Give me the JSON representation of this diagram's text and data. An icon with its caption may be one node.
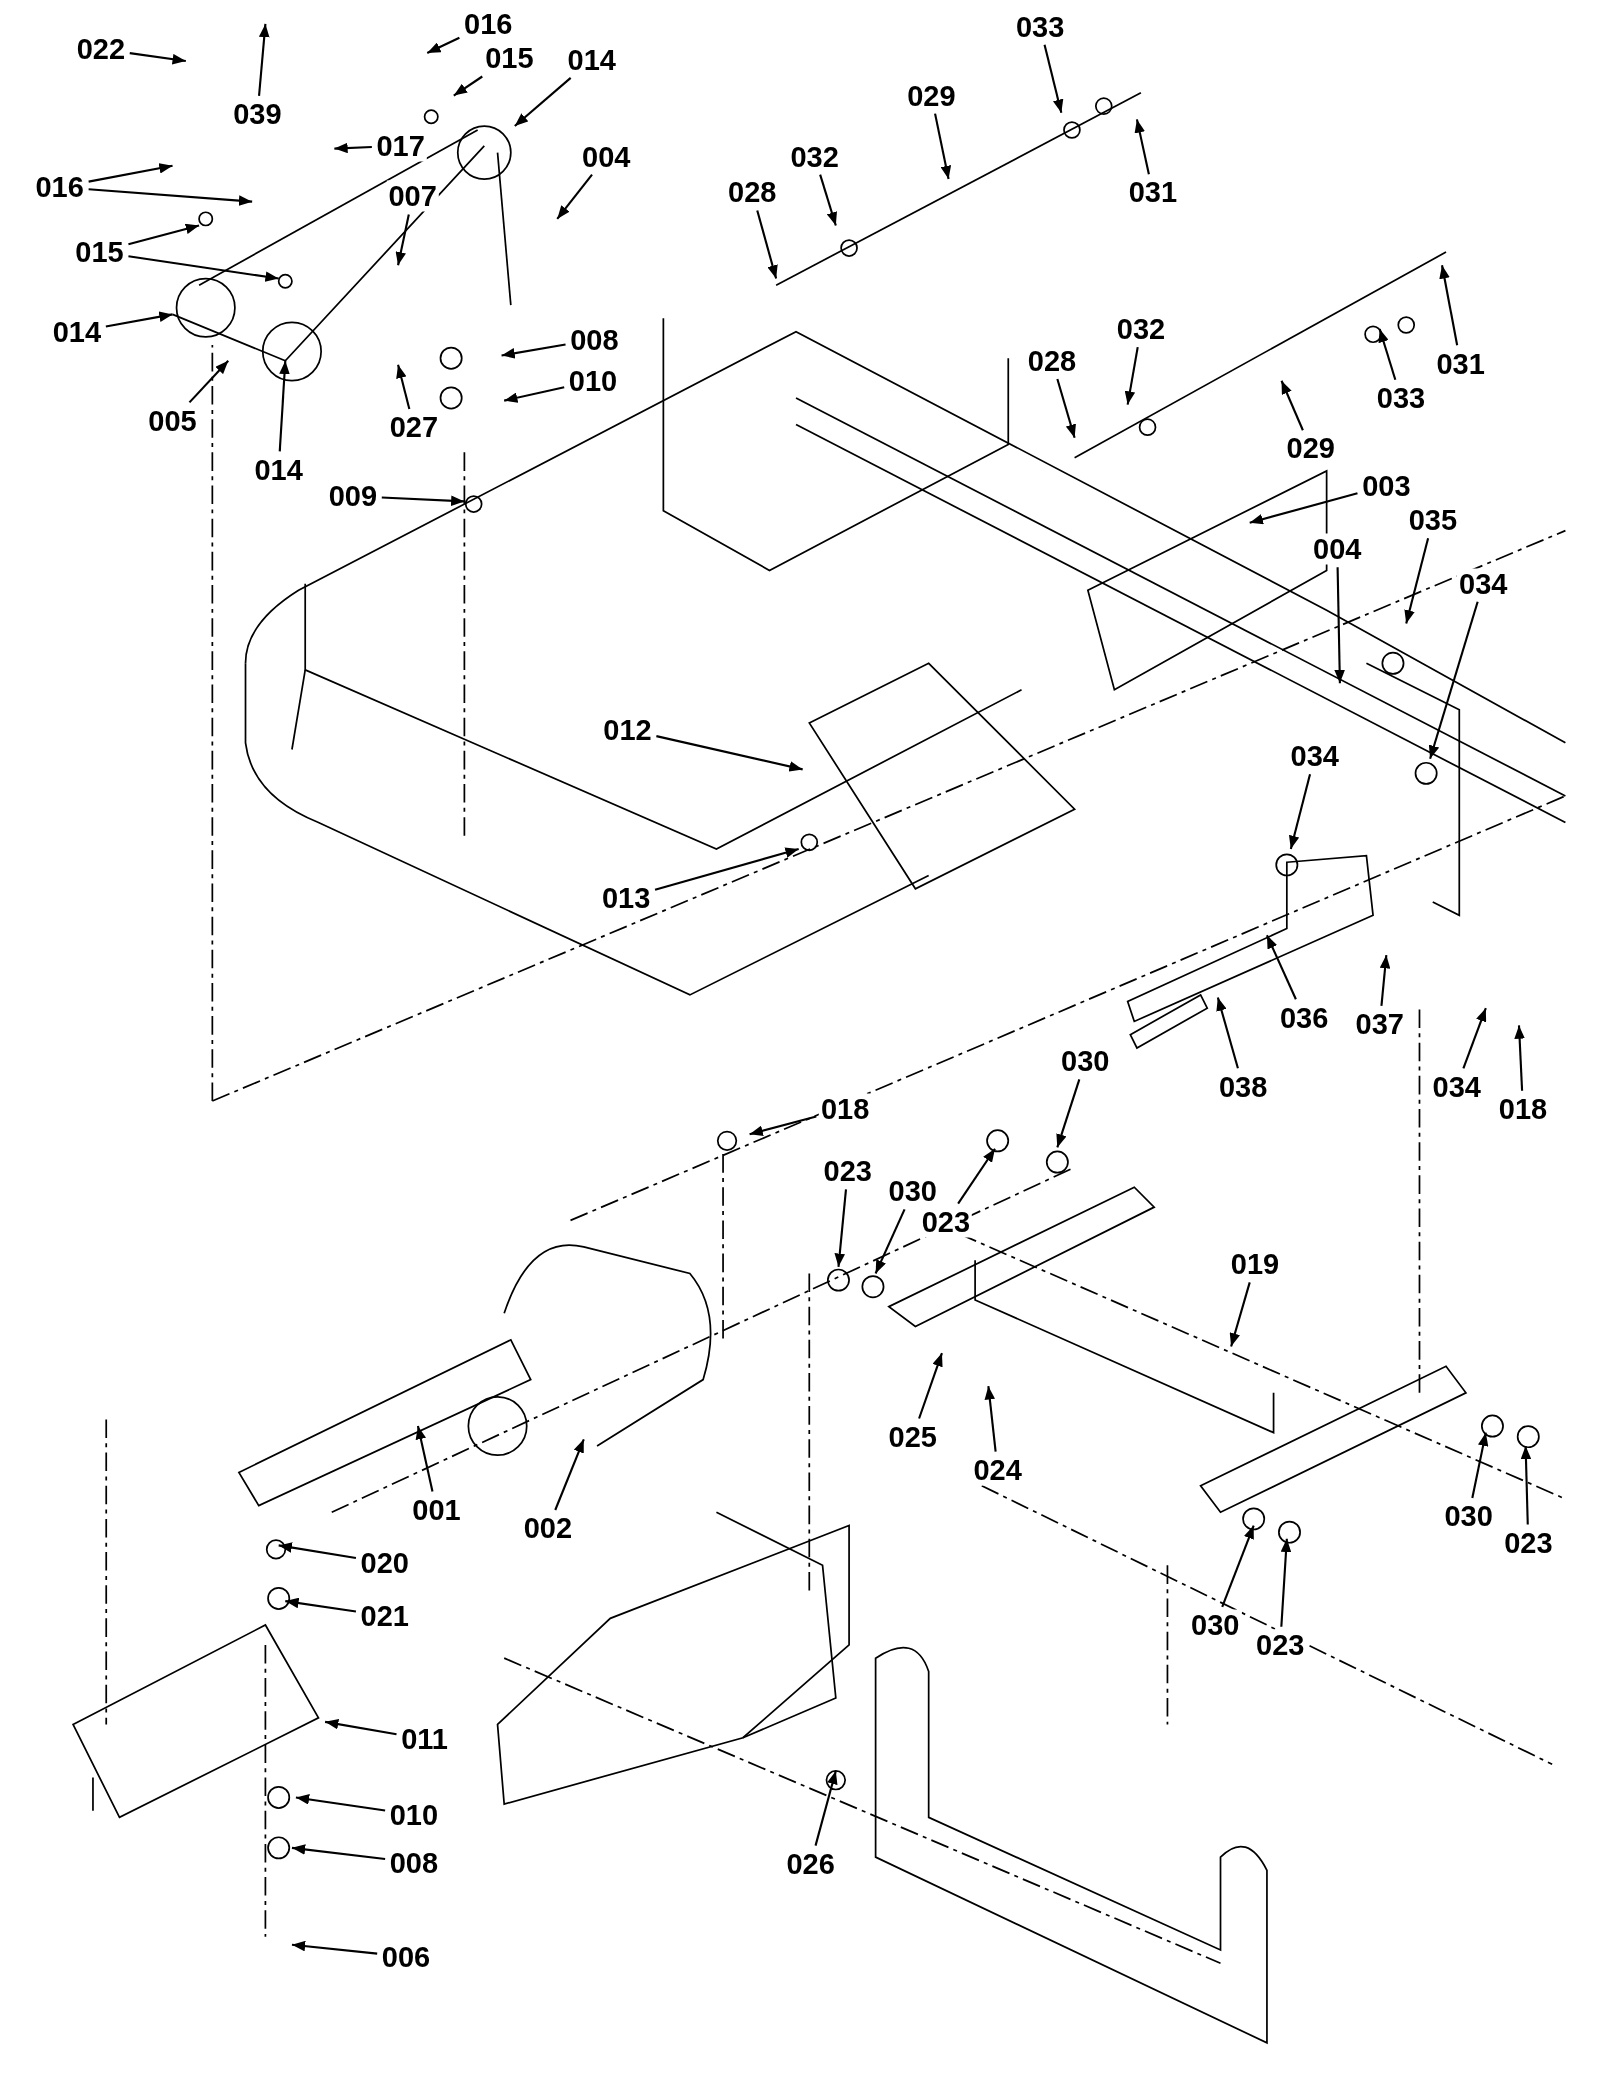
{
  "diagram": {
    "nodes": [
      {
        "text": [
          "022"
        ]
      },
      {
        "text": [
          "039"
        ]
      },
      {
        "text": [
          "016"
        ]
      },
      {
        "text": [
          "015"
        ]
      },
      {
        "text": [
          "014"
        ]
      },
      {
        "text": [
          "017"
        ]
      },
      {
        "text": [
          "016"
        ]
      },
      {
        "text": [
          "007"
        ]
      },
      {
        "text": [
          "004"
        ]
      },
      {
        "text": [
          "015"
        ]
      },
      {
        "text": [
          "014"
        ]
      },
      {
        "text": [
          "008"
        ]
      },
      {
        "text": [
          "005"
        ]
      },
      {
        "text": [
          "010"
        ]
      },
      {
        "text": [
          "027"
        ]
      },
      {
        "text": [
          "014"
        ]
      },
      {
        "text": [
          "009"
        ]
      },
      {
        "text": [
          "033"
        ]
      },
      {
        "text": [
          "029"
        ]
      },
      {
        "text": [
          "032"
        ]
      },
      {
        "text": [
          "028"
        ]
      },
      {
        "text": [
          "031"
        ]
      },
      {
        "text": [
          "032"
        ]
      },
      {
        "text": [
          "028"
        ]
      },
      {
        "text": [
          "031"
        ]
      },
      {
        "text": [
          "033"
        ]
      },
      {
        "text": [
          "029"
        ]
      },
      {
        "text": [
          "003"
        ]
      },
      {
        "text": [
          "035"
        ]
      },
      {
        "text": [
          "004"
        ]
      },
      {
        "text": [
          "034"
        ]
      },
      {
        "text": [
          "012"
        ]
      },
      {
        "text": [
          "034"
        ]
      },
      {
        "text": [
          "013"
        ]
      },
      {
        "text": [
          "036"
        ]
      },
      {
        "text": [
          "037"
        ]
      },
      {
        "text": [
          "038"
        ]
      },
      {
        "text": [
          "034"
        ]
      },
      {
        "text": [
          "018"
        ]
      },
      {
        "text": [
          "018"
        ]
      },
      {
        "text": [
          "030"
        ]
      },
      {
        "text": [
          "023"
        ]
      },
      {
        "text": [
          "030"
        ]
      },
      {
        "text": [
          "023"
        ]
      },
      {
        "text": [
          "019"
        ]
      },
      {
        "text": [
          "025"
        ]
      },
      {
        "text": [
          "024"
        ]
      },
      {
        "text": [
          "001"
        ]
      },
      {
        "text": [
          "002"
        ]
      },
      {
        "text": [
          "020"
        ]
      },
      {
        "text": [
          "030"
        ]
      },
      {
        "text": [
          "023"
        ]
      },
      {
        "text": [
          "021"
        ]
      },
      {
        "text": [
          "030"
        ]
      },
      {
        "text": [
          "023"
        ]
      },
      {
        "text": [
          "011"
        ]
      },
      {
        "text": [
          "010"
        ]
      },
      {
        "text": [
          "008"
        ]
      },
      {
        "text": [
          "026"
        ]
      },
      {
        "text": [
          "006"
        ]
      }
    ],
    "edges": [
      {
        "from": 0,
        "to": null,
        "arrow": "to"
      },
      {
        "from": 1,
        "to": null,
        "arrow": "to"
      },
      {
        "from": 2,
        "to": null,
        "arrow": "to"
      },
      {
        "from": 3,
        "to": null,
        "arrow": "to"
      },
      {
        "from": 4,
        "to": null,
        "arrow": "to"
      },
      {
        "from": 5,
        "to": null,
        "arrow": "to"
      },
      {
        "from": 6,
        "to": null,
        "arrow": "to"
      },
      {
        "from": 6,
        "to": null,
        "arrow": "to"
      },
      {
        "from": 7,
        "to": null,
        "arrow": "to"
      },
      {
        "from": 8,
        "to": null,
        "arrow": "to"
      },
      {
        "from": 9,
        "to": null,
        "arrow": "to"
      },
      {
        "from": 9,
        "to": null,
        "arrow": "to"
      },
      {
        "from": 10,
        "to": null,
        "arrow": "to"
      },
      {
        "from": 11,
        "to": null,
        "arrow": "to"
      },
      {
        "from": 12,
        "to": null,
        "arrow": "to"
      },
      {
        "from": 13,
        "to": null,
        "arrow": "to"
      },
      {
        "from": 14,
        "to": null,
        "arrow": "to"
      },
      {
        "from": 15,
        "to": null,
        "arrow": "to"
      },
      {
        "from": 16,
        "to": null,
        "arrow": "to"
      },
      {
        "from": 17,
        "to": null,
        "arrow": "to"
      },
      {
        "from": 18,
        "to": null,
        "arrow": "to"
      },
      {
        "from": 19,
        "to": null,
        "arrow": "to"
      },
      {
        "from": 20,
        "to": null,
        "arrow": "to"
      },
      {
        "from": 21,
        "to": null,
        "arrow": "to"
      },
      {
        "from": 22,
        "to": null,
        "arrow": "to"
      },
      {
        "from": 23,
        "to": null,
        "arrow": "to"
      },
      {
        "from": 24,
        "to": null,
        "arrow": "to"
      },
      {
        "from": 25,
        "to": null,
        "arrow": "to"
      },
      {
        "from": 26,
        "to": null,
        "arrow": "to"
      },
      {
        "from": 27,
        "to": null,
        "arrow": "to"
      },
      {
        "from": 28,
        "to": null,
        "arrow": "to"
      },
      {
        "from": 29,
        "to": null,
        "arrow": "to"
      },
      {
        "from": 30,
        "to": null,
        "arrow": "to"
      },
      {
        "from": 31,
        "to": null,
        "arrow": "to"
      },
      {
        "from": 32,
        "to": null,
        "arrow": "to"
      },
      {
        "from": 33,
        "to": null,
        "arrow": "to"
      },
      {
        "from": 34,
        "to": null,
        "arrow": "to"
      },
      {
        "from": 35,
        "to": null,
        "arrow": "to"
      },
      {
        "from": 36,
        "to": null,
        "arrow": "to"
      },
      {
        "from": 37,
        "to": null,
        "arrow": "to"
      },
      {
        "from": 38,
        "to": null,
        "arrow": "to"
      },
      {
        "from": 39,
        "to": null,
        "arrow": "to"
      },
      {
        "from": 40,
        "to": null,
        "arrow": "to"
      },
      {
        "from": 41,
        "to": null,
        "arrow": "to"
      },
      {
        "from": 42,
        "to": null,
        "arrow": "to"
      },
      {
        "from": 43,
        "to": null,
        "arrow": "to"
      },
      {
        "from": 44,
        "to": null,
        "arrow": "to"
      },
      {
        "from": 45,
        "to": null,
        "arrow": "to"
      },
      {
        "from": 46,
        "to": null,
        "arrow": "to"
      },
      {
        "from": 47,
        "to": null,
        "arrow": "to"
      },
      {
        "from": 48,
        "to": null,
        "arrow": "to"
      },
      {
        "from": 49,
        "to": null,
        "arrow": "to"
      },
      {
        "from": 50,
        "to": null,
        "arrow": "to"
      },
      {
        "from": 51,
        "to": null,
        "arrow": "to"
      },
      {
        "from": 52,
        "to": null,
        "arrow": "to"
      },
      {
        "from": 53,
        "to": null,
        "arrow": "to"
      },
      {
        "from": 54,
        "to": null,
        "arrow": "to"
      },
      {
        "from": 55,
        "to": null,
        "arrow": "to"
      },
      {
        "from": 56,
        "to": null,
        "arrow": "to"
      },
      {
        "from": 57,
        "to": null,
        "arrow": "to"
      },
      {
        "from": 58,
        "to": null,
        "arrow": "to"
      },
      {
        "from": 59,
        "to": null,
        "arrow": "to"
      }
    ]
  }
}
